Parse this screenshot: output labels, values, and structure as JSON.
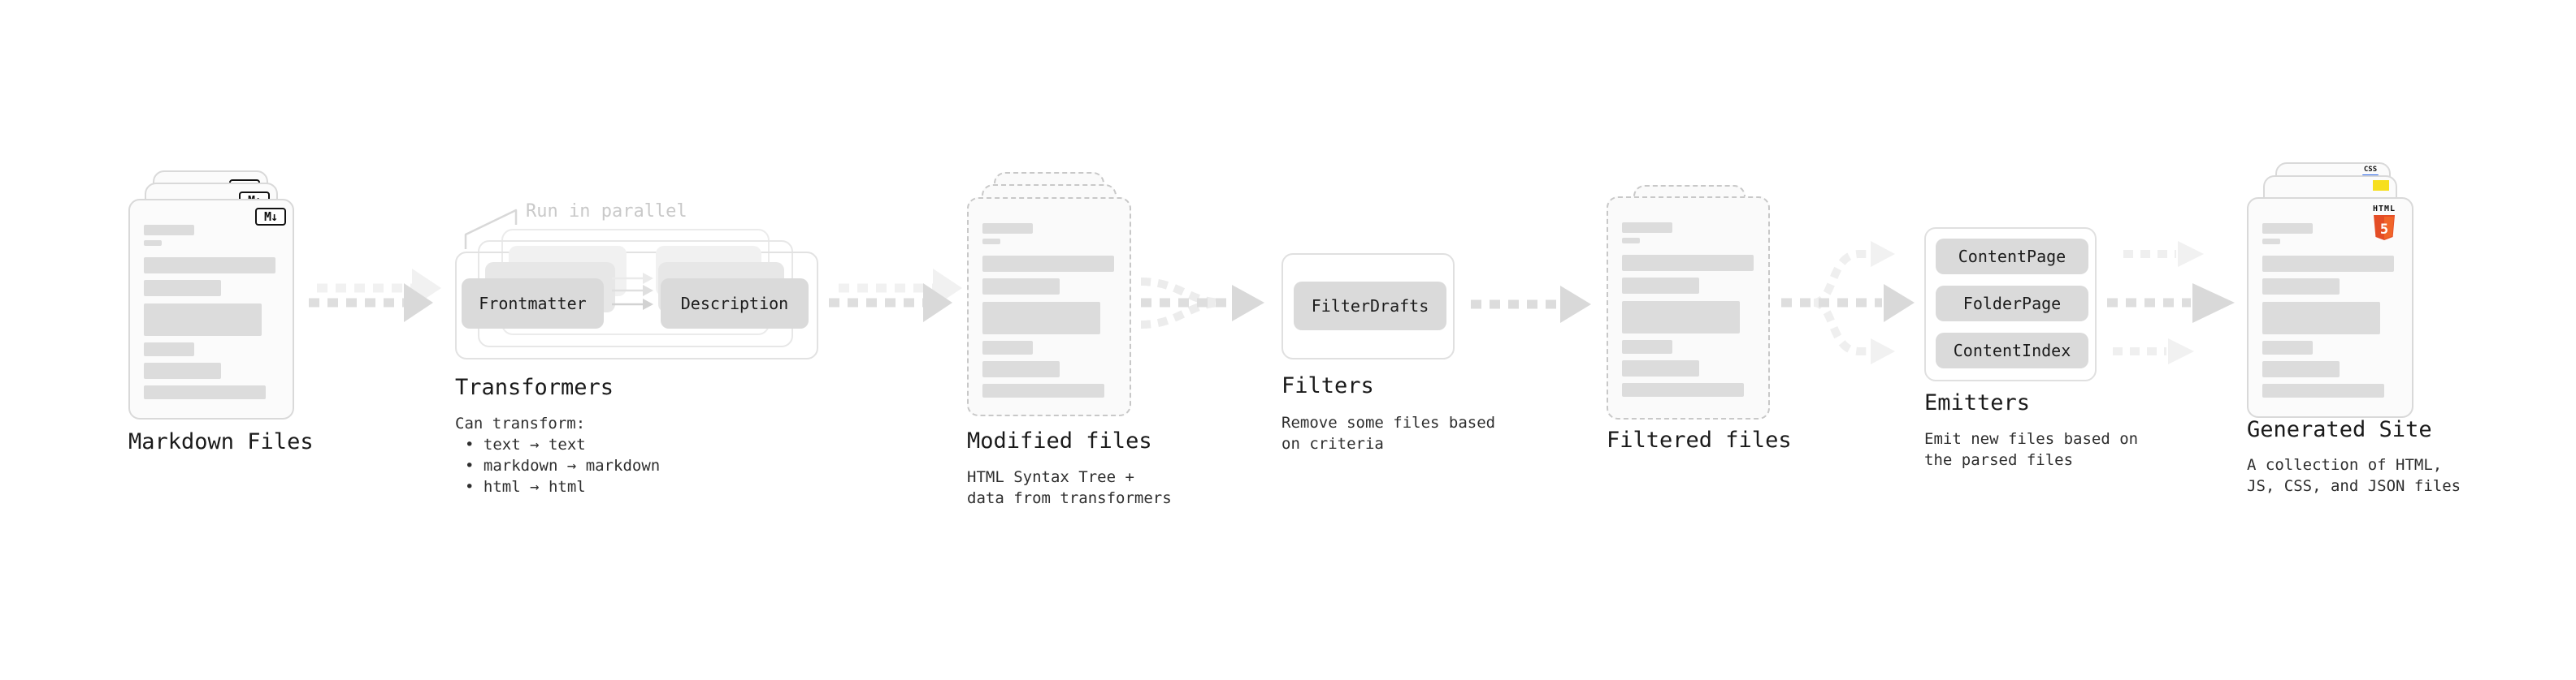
{
  "colors": {
    "accent_html5_dark": "#e44d26",
    "accent_html5_light": "#f16529",
    "accent_js_yellow": "#f7df1e",
    "accent_css_blue": "#2864e9",
    "arrow_gray": "#dedede",
    "arrow_ghost_gray": "#f0f0f0",
    "heading_text": "#1a1a1a",
    "caption_text": "#2e2e2e"
  },
  "stages": {
    "markdown": {
      "label": "Markdown Files",
      "badge": "M↓"
    },
    "transformers": {
      "label": "Transformers",
      "parallel_note": "Run in parallel",
      "pill_left": "Frontmatter",
      "pill_right": "Description",
      "caption_title": "Can transform:",
      "bullets": [
        "• text → text",
        "• markdown → markdown",
        "• html → html"
      ]
    },
    "modified": {
      "label": "Modified files",
      "caption": "HTML Syntax Tree +\ndata from transformers"
    },
    "filters": {
      "label": "Filters",
      "pill": "FilterDrafts",
      "caption": "Remove some files based\non criteria"
    },
    "filtered": {
      "label": "Filtered files"
    },
    "emitters": {
      "label": "Emitters",
      "pills": [
        "ContentPage",
        "FolderPage",
        "ContentIndex"
      ],
      "caption": "Emit new files based on\nthe parsed files"
    },
    "generated": {
      "label": "Generated Site",
      "caption": "A collection of HTML,\nJS, CSS, and JSON files",
      "badge_html_word": "HTML",
      "badge_html_num": "5",
      "badge_css": "CSS"
    }
  }
}
